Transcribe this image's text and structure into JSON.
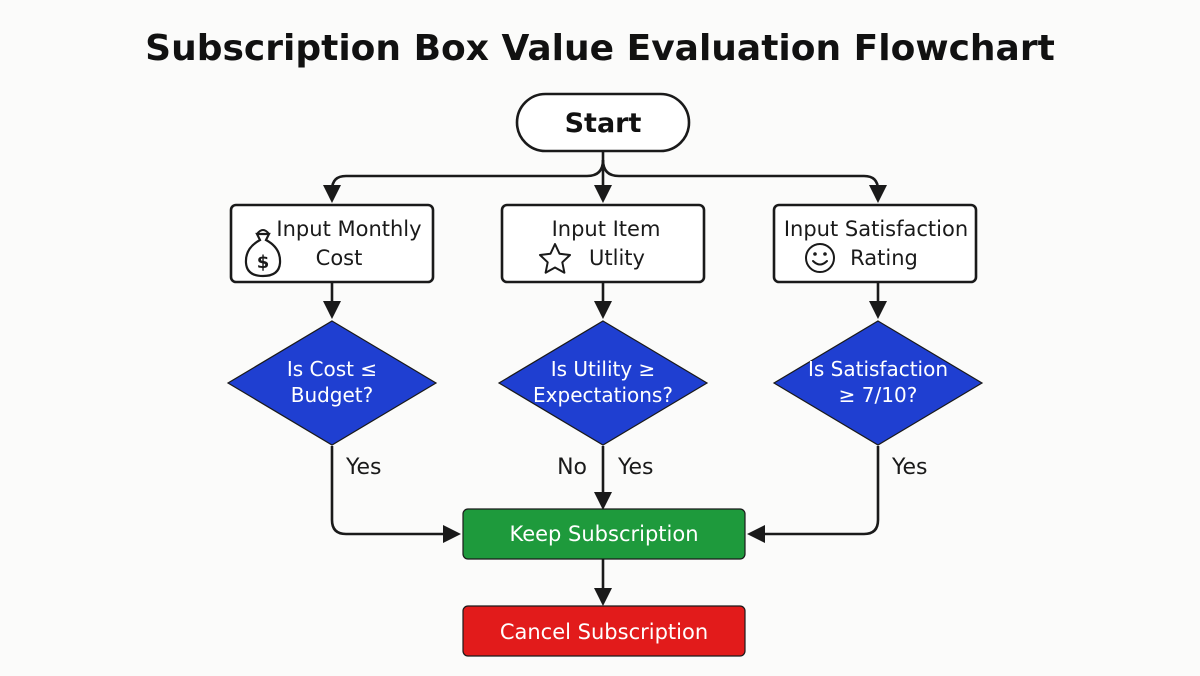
{
  "title": "Subscription Box Value Evaluation Flowchart",
  "colors": {
    "decision": "#1f3fd1",
    "keep": "#1e9a3c",
    "cancel": "#e21b1b",
    "stroke": "#1a1a1a",
    "box_fill": "#ffffff"
  },
  "nodes": {
    "start": {
      "label": "Start"
    },
    "input_cost": {
      "line1": "Input Monthly",
      "line2": "Cost",
      "icon": "money-bag-icon",
      "icon_glyph": "$"
    },
    "input_utility": {
      "line1": "Input Item",
      "line2": "Utlity",
      "icon": "star-icon"
    },
    "input_satisfaction": {
      "line1": "Input Satisfaction",
      "line2": "Rating",
      "icon": "smiley-face-icon"
    },
    "decision_cost": {
      "line1": "Is Cost ≤",
      "line2": "Budget?"
    },
    "decision_utility": {
      "line1": "Is Utility ≥",
      "line2": "Expectations?"
    },
    "decision_satisfaction": {
      "line1": "Is Satisfaction",
      "line2": "≥ 7/10?"
    },
    "keep": {
      "label": "Keep Subscription"
    },
    "cancel": {
      "label": "Cancel Subscription"
    }
  },
  "edge_labels": {
    "cost_yes": "Yes",
    "utility_no": "No",
    "utility_yes": "Yes",
    "satisfaction_yes": "Yes"
  }
}
